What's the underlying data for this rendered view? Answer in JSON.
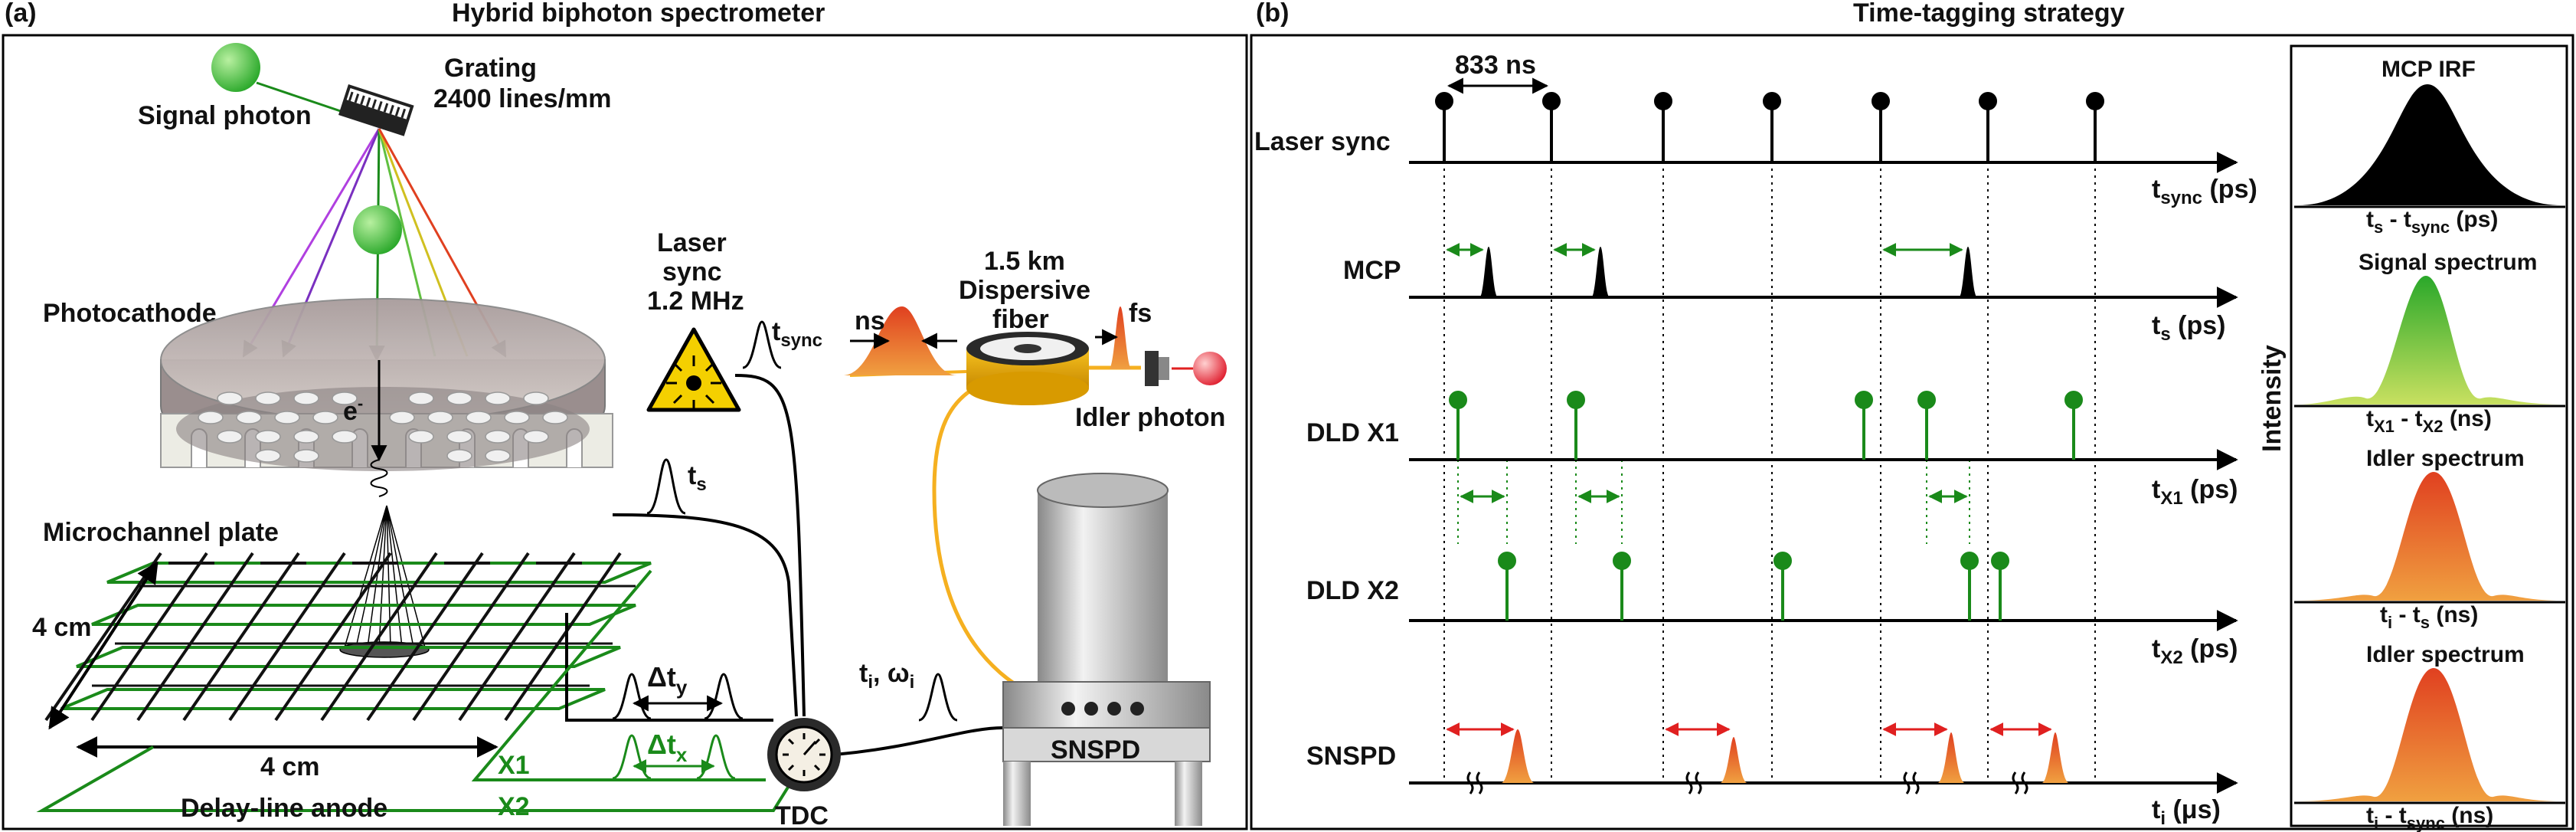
{
  "panel_a": {
    "tag": "(a)",
    "title": "Hybrid biphoton spectrometer",
    "signal_photon": "Signal photon",
    "grating_line1": "Grating",
    "grating_line2": "2400 lines/mm",
    "photocathode": "Photocathode",
    "electron": "e",
    "electron_sup": "-",
    "microchannel_plate": "Microchannel plate",
    "dim_vertical": "4 cm",
    "dim_horizontal": "4 cm",
    "delay_line_anode": "Delay-line anode",
    "x1": "X1",
    "x2": "X2",
    "tdc": "TDC",
    "laser_line1": "Laser",
    "laser_line2": "sync",
    "laser_line3": "1.2 MHz",
    "t_sync": "t",
    "t_sync_sub": "sync",
    "t_s": "t",
    "t_s_sub": "s",
    "delta_ty": "Δt",
    "delta_ty_sub": "y",
    "delta_tx": "Δt",
    "delta_tx_sub": "x",
    "ti_omega": "t",
    "ti_sub": "i",
    "omega": ", ω",
    "omega_sub": "i",
    "fiber_line1": "1.5 km",
    "fiber_line2": "Dispersive",
    "fiber_line3": "fiber",
    "ns": "ns",
    "fs": "fs",
    "idler_photon": "Idler photon",
    "snspd": "SNSPD"
  },
  "panel_b": {
    "tag": "(b)",
    "title": "Time-tagging strategy",
    "period": "833 ns",
    "rows": [
      {
        "label": "Laser sync",
        "axis": "t",
        "axis_sub": "sync",
        "unit": " (ps)"
      },
      {
        "label": "MCP",
        "axis": "t",
        "axis_sub": "s",
        "unit": " (ps)"
      },
      {
        "label": "DLD X1",
        "axis": "t",
        "axis_sub": "X1",
        "unit": " (ps)"
      },
      {
        "label": "DLD X2",
        "axis": "t",
        "axis_sub": "X2",
        "unit": " (ps)"
      },
      {
        "label": "SNSPD",
        "axis": "t",
        "axis_sub": "i",
        "unit": " (μs)"
      }
    ],
    "intensity": "Intensity",
    "insets": [
      {
        "title": "MCP IRF",
        "x_main": "t",
        "x_sub": "s",
        "x_rest": " - t",
        "x_sub2": "sync",
        "x_unit": " (ps)"
      },
      {
        "title": "Signal spectrum",
        "x_main": "t",
        "x_sub": "X1",
        "x_rest": " - t",
        "x_sub2": "X2",
        "x_unit": " (ns)"
      },
      {
        "title": "Idler spectrum",
        "x_main": "t",
        "x_sub": "i",
        "x_rest": " - t",
        "x_sub2": "s",
        "x_unit": " (ns)"
      },
      {
        "title": "Idler spectrum",
        "x_main": "t",
        "x_sub": "i",
        "x_rest": " - t",
        "x_sub2": "sync",
        "x_unit": " (ns)"
      }
    ],
    "colors": {
      "green": "#1a8a1a",
      "red": "#d83020",
      "black": "#000000"
    }
  }
}
